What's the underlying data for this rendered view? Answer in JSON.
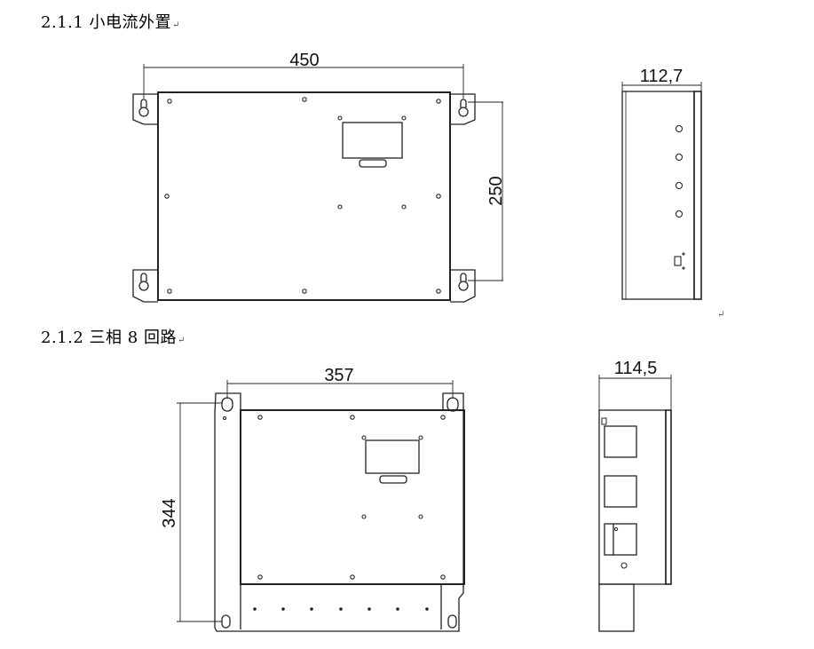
{
  "sections": [
    {
      "number": "2.1.1",
      "title": "小电流外置",
      "return_mark": "↵"
    },
    {
      "number": "2.1.2",
      "title": "三相 8 回路",
      "return_mark": "↵"
    }
  ],
  "stray_return_mark": "↵",
  "drawing1": {
    "width_label": "450",
    "height_label": "250",
    "depth_label": "112,7"
  },
  "drawing2": {
    "width_label": "357",
    "height_label": "344",
    "depth_label": "114,5"
  }
}
